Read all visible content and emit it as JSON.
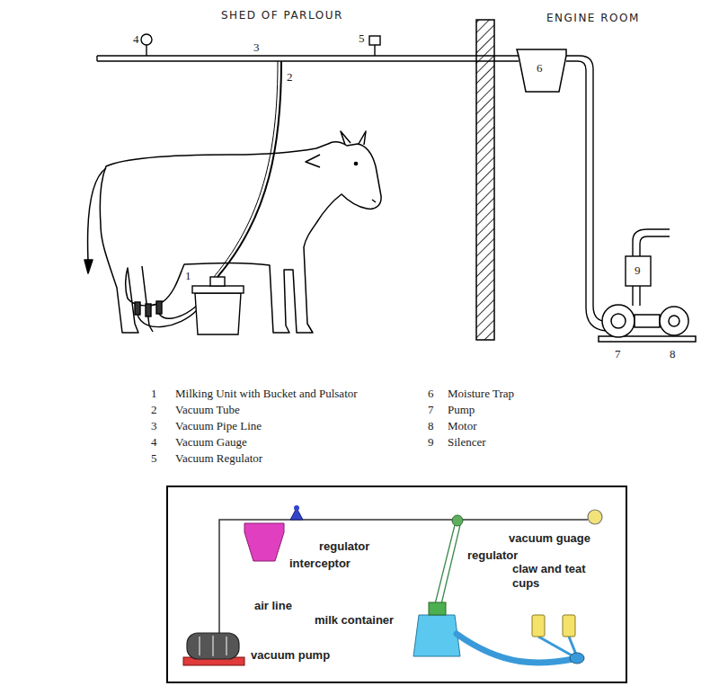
{
  "diagram": {
    "labels": [
      "SHED OF PARLOUR",
      "ENGINE ROOM",
      "4",
      "3",
      "5",
      "2",
      "6",
      "1",
      "9",
      "7",
      "8",
      "1",
      "Milking Unit with Bucket and Pulsator",
      "2",
      "Vacuum Tube",
      "3",
      "Vacuum Pipe Line",
      "4",
      "Vacuum Gauge",
      "5",
      "Vacuum Regulator",
      "6",
      "Moisture Trap",
      "7",
      "Pump",
      "8",
      "Motor",
      "9",
      "Silencer",
      "regulator",
      "interceptor",
      "air line",
      "vacuum pump",
      "milk container",
      "regulator",
      "vacuum guage",
      "claw and teat cups"
    ]
  }
}
